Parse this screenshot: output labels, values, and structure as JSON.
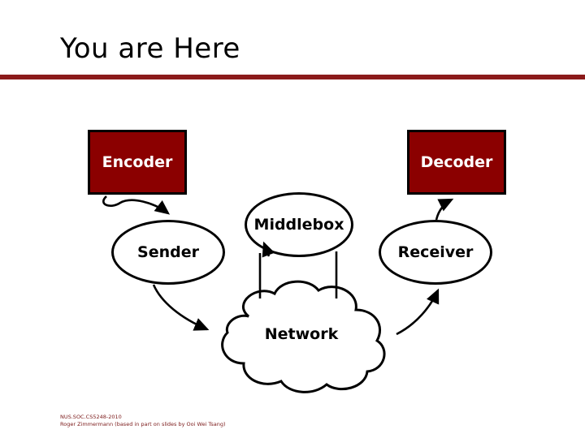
{
  "slide": {
    "title": "You are Here",
    "accent_color": "#8B1A1A",
    "box_fill_color": "#8B0000",
    "background_color": "#FFFFFF"
  },
  "diagram": {
    "nodes": [
      {
        "id": "encoder",
        "label": "Encoder",
        "shape": "rectangle"
      },
      {
        "id": "decoder",
        "label": "Decoder",
        "shape": "rectangle"
      },
      {
        "id": "sender",
        "label": "Sender",
        "shape": "ellipse"
      },
      {
        "id": "receiver",
        "label": "Receiver",
        "shape": "ellipse"
      },
      {
        "id": "middlebox",
        "label": "Middlebox",
        "shape": "ellipse"
      },
      {
        "id": "network",
        "label": "Network",
        "shape": "cloud"
      }
    ],
    "edges": [
      {
        "from": "encoder",
        "to": "sender"
      },
      {
        "from": "sender",
        "to": "network"
      },
      {
        "from": "network",
        "to": "receiver"
      },
      {
        "from": "receiver",
        "to": "decoder"
      },
      {
        "from": "middlebox",
        "to": "sender"
      },
      {
        "from": "middlebox",
        "to": "network"
      }
    ]
  },
  "footer": {
    "line1": "NUS.SOC.CS5248-2010",
    "line2": "Roger Zimmermann (based in part on slides by Ooi Wei Tsang)"
  }
}
